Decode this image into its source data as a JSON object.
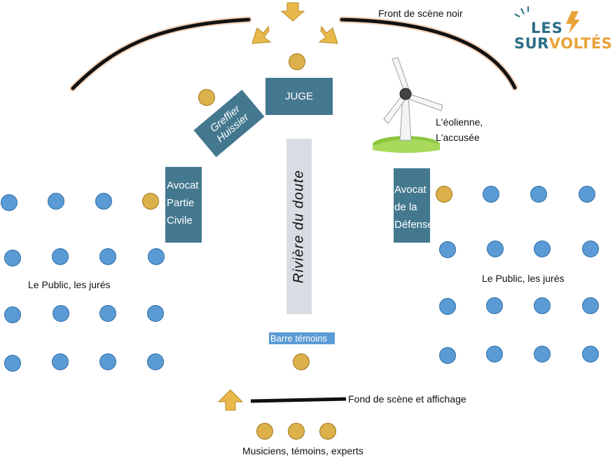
{
  "labels": {
    "front_stage": "Front de scène noir",
    "back_stage": "Fond de scène et affichage",
    "judge": "JUGE",
    "clerk": "Greffier\nHuissier",
    "civil_lawyer": "Avocat\nPartie\nCivile",
    "defense_lawyer": "Avocat\nde la\nDéfense",
    "river": "Rivière du doute",
    "witness_bar": "Barre témoins",
    "accused": "L'éolienne,\nL'accusée",
    "public_left": "Le Public, les jurés",
    "public_right": "Le Public, les jurés",
    "musicians": "Musiciens, témoins, experts"
  },
  "logo": {
    "line1": "LES",
    "line2a": "SUR",
    "line2b": "VOLTÉS"
  },
  "colors": {
    "box": "#44788f",
    "river": "#d9dde3",
    "river_text": "#111111",
    "public_dot": "#5b9bd5",
    "actor_dot": "#dcb04a",
    "arrow": "#e9b84a",
    "logo_teal": "#2b6f86",
    "logo_orange": "#e8a33a"
  },
  "icons": [
    "arrow-down-icon",
    "arrow-up-icon",
    "wind-turbine-icon",
    "lightning-icon"
  ]
}
